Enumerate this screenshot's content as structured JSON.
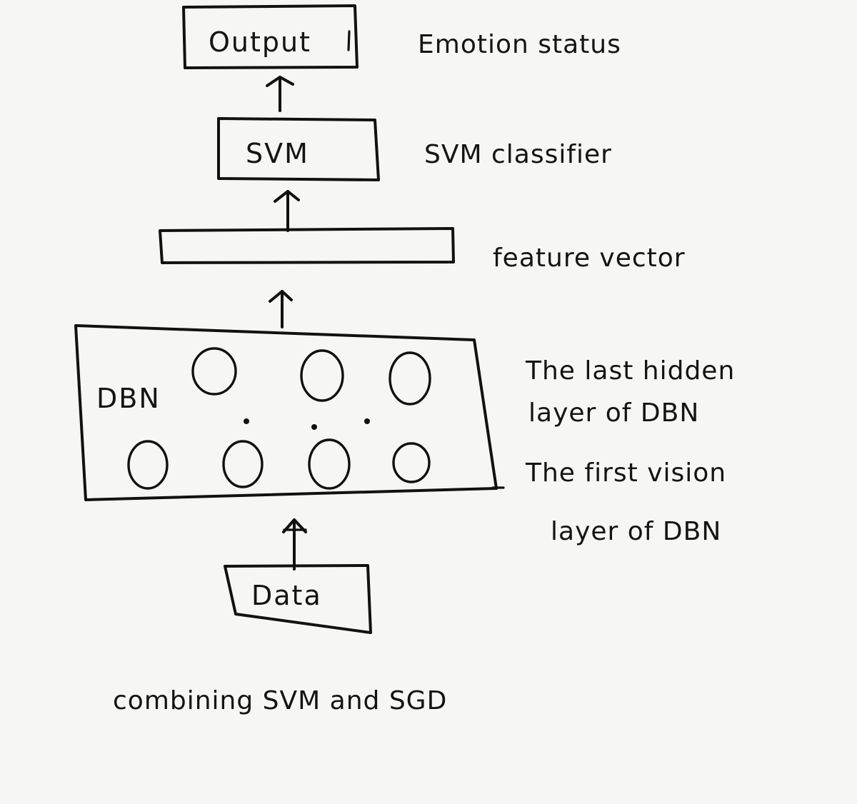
{
  "boxes": {
    "output": "Output",
    "svm": "SVM",
    "dbn": "DBN",
    "data": "Data"
  },
  "annotations": {
    "emotion_status": "Emotion status",
    "svm_classifier": "SVM classifier",
    "feature_vector": "feature vector",
    "last_hidden_line1": "The last hidden",
    "last_hidden_line2": "layer of DBN",
    "first_visible_line1": "The first vision",
    "first_visible_line2": "layer of DBN"
  },
  "caption": "combining SVM and SGD"
}
